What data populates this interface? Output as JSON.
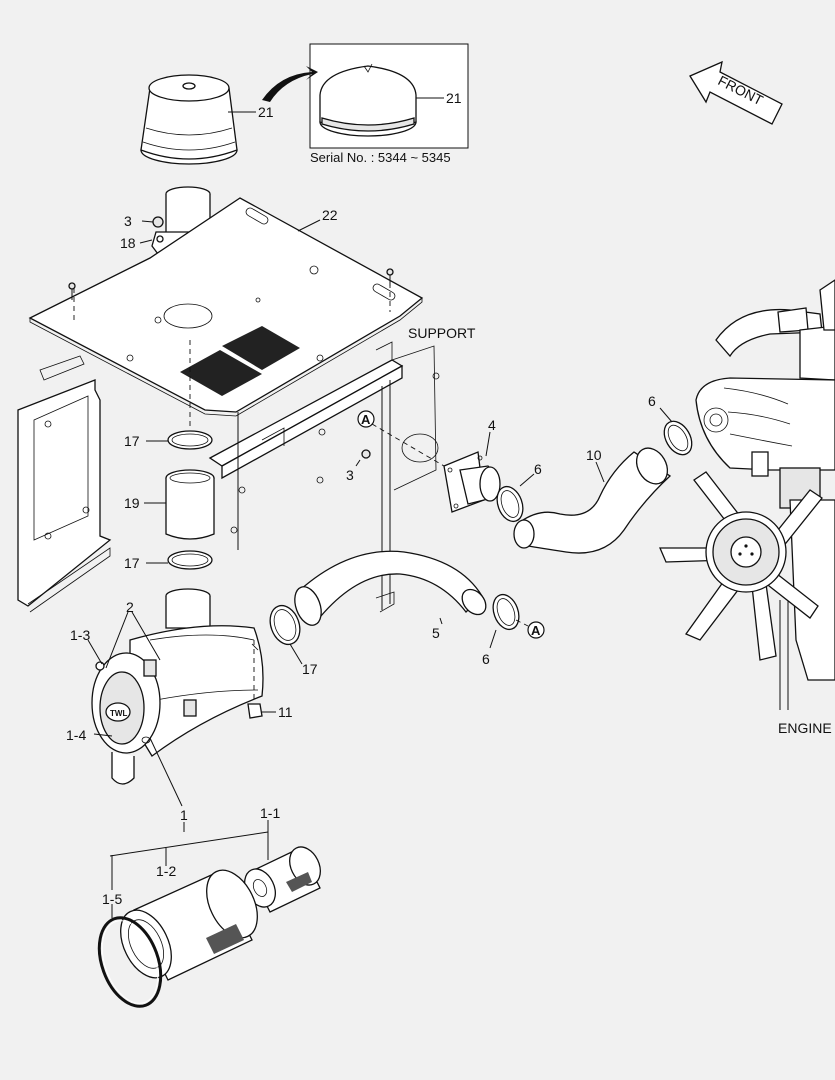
{
  "labels": {
    "p21_main": "21",
    "p21_inset": "21",
    "serial": "Serial No. : 5344 ~ 5345",
    "front": "FRONT",
    "p22": "22",
    "p3_top": "3",
    "p18": "18",
    "support": "SUPPORT",
    "refA_1": "A",
    "p3_mid": "3",
    "p4": "4",
    "p6_a": "6",
    "p6_b": "6",
    "p6_c": "6",
    "p10": "10",
    "p17_a": "17",
    "p17_b": "17",
    "p17_c": "17",
    "p19": "19",
    "p2": "2",
    "p5": "5",
    "refA_2": "A",
    "p1_3": "1-3",
    "p11": "11",
    "p1_4": "1-4",
    "p1": "1",
    "p1_1": "1-1",
    "p1_2": "1-2",
    "p1_5": "1-5",
    "engine": "ENGINE"
  }
}
